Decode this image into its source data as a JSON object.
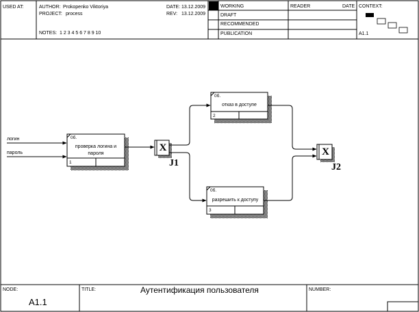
{
  "header": {
    "used_at_label": "USED AT:",
    "author_label": "AUTHOR:",
    "author_value": "Prokopenko Viktoriya",
    "project_label": "PROJECT:",
    "project_value": "process",
    "notes_label": "NOTES:",
    "notes_value": "1  2  3  4  5  6  7  8  9  10",
    "date_label": "DATE:",
    "date_value": "13.12.2009",
    "rev_label": "REV:",
    "rev_value": "13.12.2009",
    "status": [
      "WORKING",
      "DRAFT",
      "RECOMMENDED",
      "PUBLICATION"
    ],
    "reader_label": "READER",
    "reader_date_label": "DATE",
    "context_label": "CONTEXT:",
    "context_node": "A1.1"
  },
  "diagram": {
    "inputs": [
      "логин",
      "пароль"
    ],
    "boxes": [
      {
        "corner": "0б.",
        "title": "проверка логина и пароля",
        "number": "1"
      },
      {
        "corner": "0б.",
        "title": "отказ в доступе",
        "number": "2"
      },
      {
        "corner": "0б.",
        "title": "разрешить к доступу",
        "number": "3"
      }
    ],
    "junctions": [
      {
        "symbol": "X",
        "label": "J1"
      },
      {
        "symbol": "X",
        "label": "J2"
      }
    ]
  },
  "footer": {
    "node_label": "NODE:",
    "node_value": "A1.1",
    "title_label": "TITLE:",
    "title_value": "Аутентификация пользователя",
    "number_label": "NUMBER:"
  }
}
